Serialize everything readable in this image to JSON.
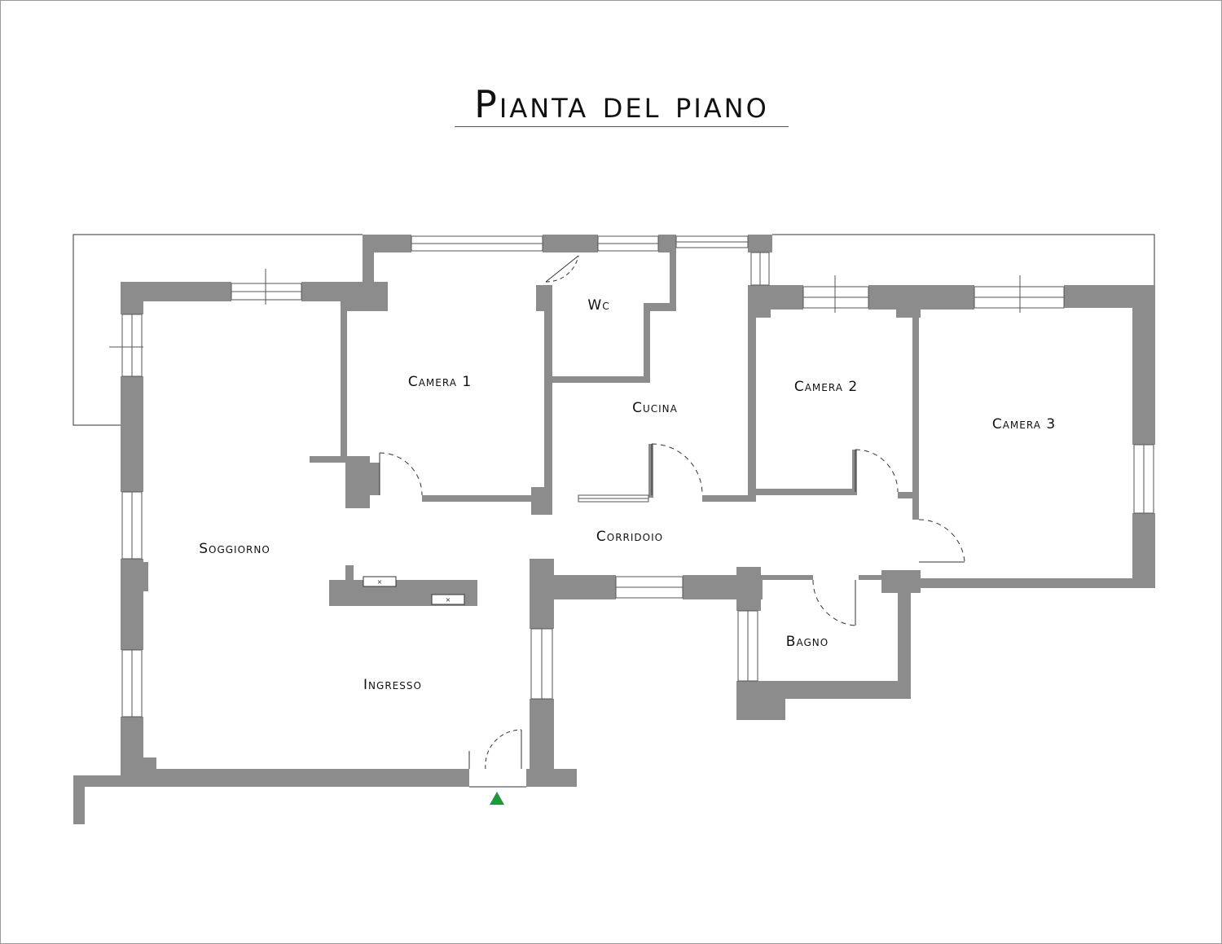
{
  "title": "Pianta del piano",
  "rooms": {
    "wc": "Wc",
    "camera1": "Camera 1",
    "cucina": "Cucina",
    "camera2": "Camera 2",
    "camera3": "Camera 3",
    "soggiorno": "Soggiorno",
    "corridoio": "Corridoio",
    "bagno": "Bagno",
    "ingresso": "Ingresso"
  },
  "colors": {
    "wall": "#8c8c8d",
    "line": "#333333",
    "entrance_marker": "#1a9a3a"
  },
  "icons": {
    "entrance": "entrance-triangle-icon"
  }
}
